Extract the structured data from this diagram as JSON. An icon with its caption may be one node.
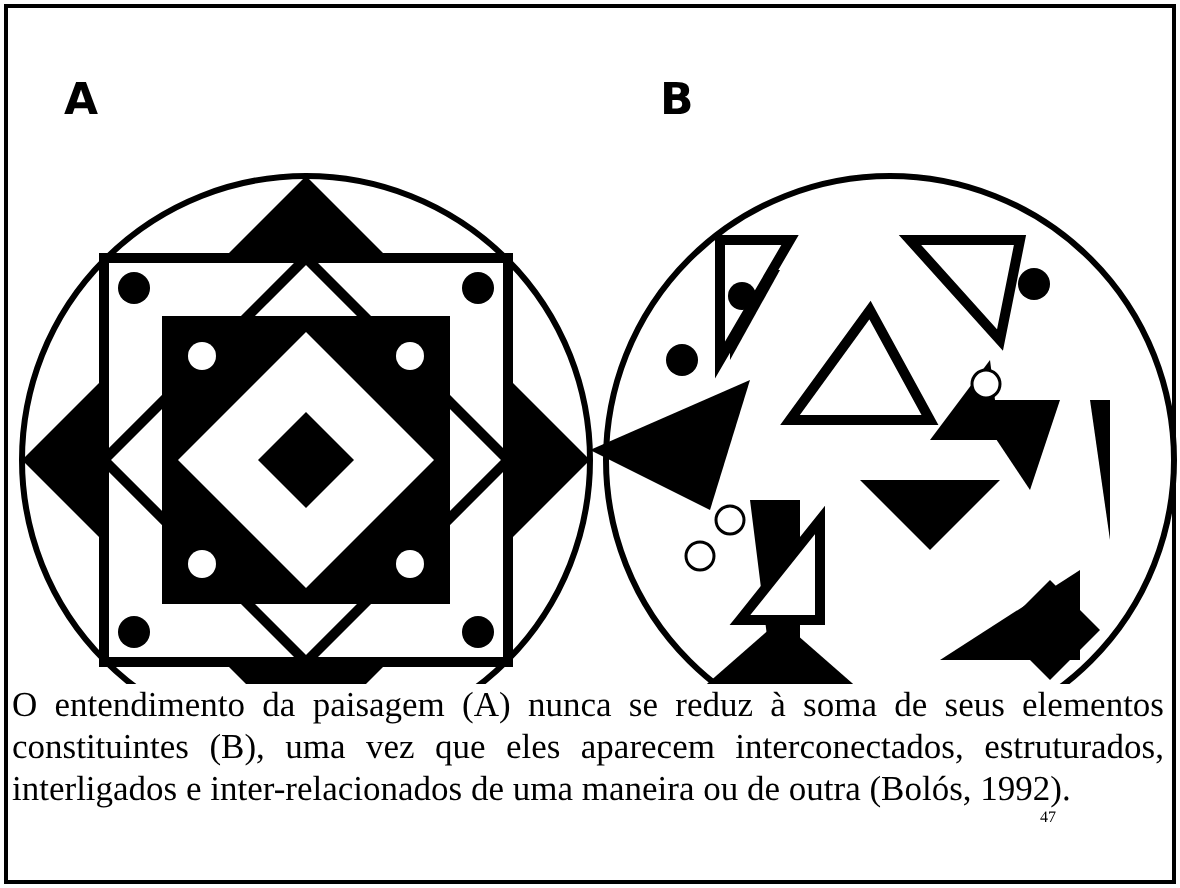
{
  "diagram": {
    "caption": "O entendimento da paisagem (A) nunca se reduz à soma de seus elementos constituintes (B), uma vez que eles aparecem interconectados, estruturados, interligados e inter-relacionados de uma maneira ou de outra (Bolós, 1992).",
    "labels": [
      "A",
      "B",
      "47"
    ]
  }
}
